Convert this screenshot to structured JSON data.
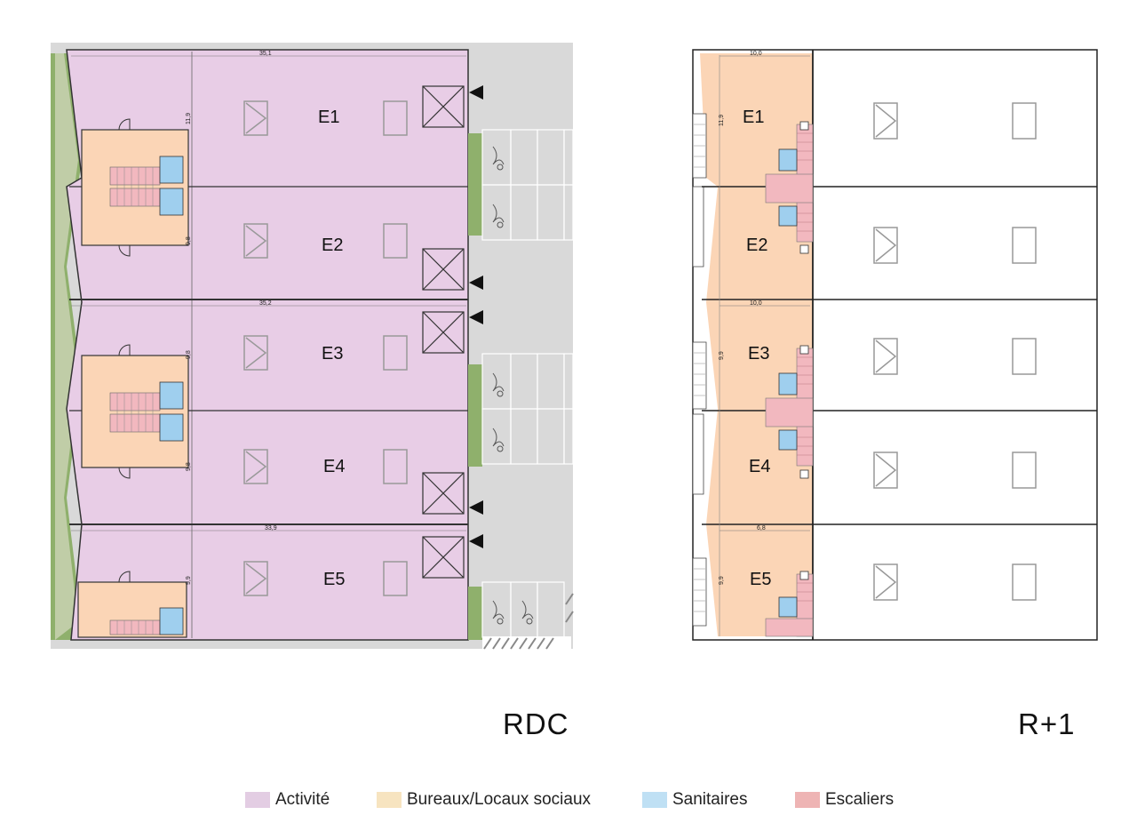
{
  "levels": {
    "left": "RDC",
    "right": "R+1"
  },
  "units": [
    "E1",
    "E2",
    "E3",
    "E4",
    "E5"
  ],
  "rdc_dimensions": {
    "block1_width": "35,1",
    "block2_width": "35,2",
    "block3_width": "33,9",
    "e1_depth": "11,9",
    "e2_depth": "9,8",
    "e3_depth": "9,8",
    "e4_depth": "9,8",
    "e5_depth": "9,9"
  },
  "r1_dimensions": {
    "block1_width": "10,0",
    "block2_width": "10,0",
    "block3_width": "6,8",
    "e1_depth": "11,9",
    "e3_depth": "9,9",
    "e5_depth": "9,9"
  },
  "legend": [
    {
      "label": "Activité",
      "color": "#e3cde3"
    },
    {
      "label": "Bureaux/Locaux sociaux",
      "color": "#f7e4c0"
    },
    {
      "label": "Sanitaires",
      "color": "#bfe0f4"
    },
    {
      "label": "Escaliers",
      "color": "#eeb4b4"
    }
  ],
  "colors": {
    "activite": "#e8cde6",
    "bureaux": "#fbd5b6",
    "sanitaires": "#9fcfee",
    "escaliers": "#f2b8bf",
    "green": "#8fb06c",
    "paving": "#d8d8d8"
  }
}
